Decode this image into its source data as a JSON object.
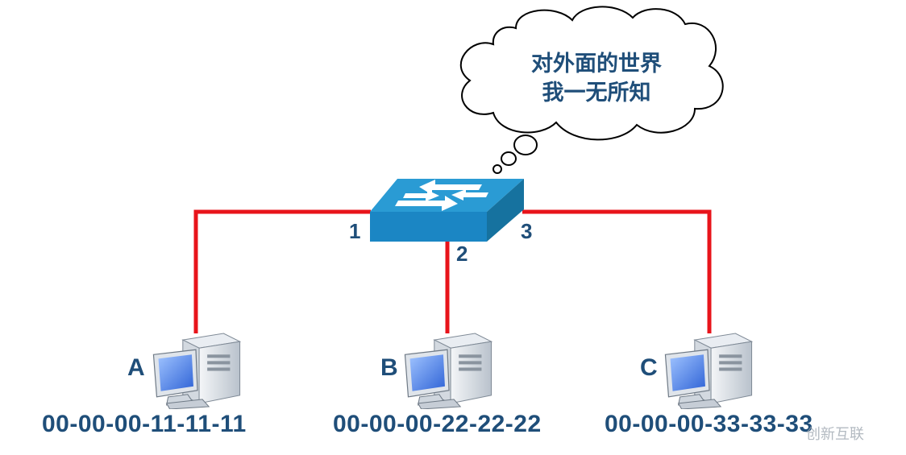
{
  "thought_bubble": {
    "line1": "对外面的世界",
    "line2": "我一无所知"
  },
  "switch": {
    "ports": [
      {
        "id": "p1",
        "label": "1"
      },
      {
        "id": "p2",
        "label": "2"
      },
      {
        "id": "p3",
        "label": "3"
      }
    ]
  },
  "hosts": [
    {
      "id": "a",
      "label": "A",
      "mac": "00-00-00-11-11-11"
    },
    {
      "id": "b",
      "label": "B",
      "mac": "00-00-00-22-22-22"
    },
    {
      "id": "c",
      "label": "C",
      "mac": "00-00-00-33-33-33"
    }
  ],
  "watermark": "创新互联",
  "colors": {
    "link": "#e8141b",
    "switch_top": "#2a9bd4",
    "switch_front": "#1b86c4",
    "label": "#1f4e79"
  },
  "icons": {
    "switch": "network-switch-icon",
    "host": "desktop-computer-icon",
    "thought": "thought-bubble-icon"
  }
}
